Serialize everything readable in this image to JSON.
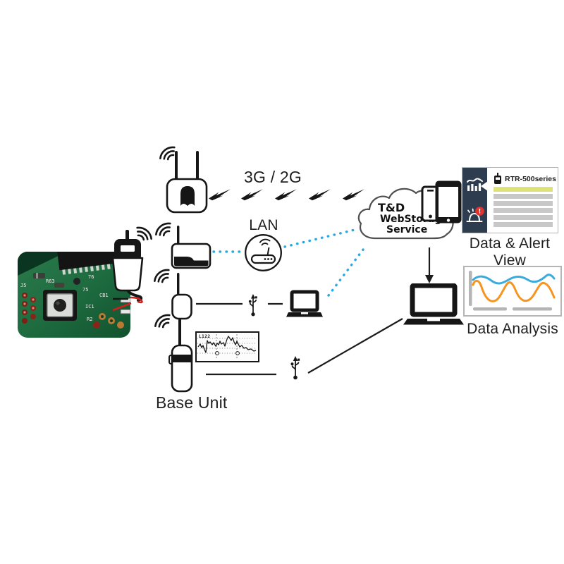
{
  "connections": {
    "cellular": "3G / 2G",
    "lan": "LAN"
  },
  "cloud": {
    "line1": "T&D",
    "line2": "WebStorage",
    "line3": "Service"
  },
  "alert_panel": {
    "device_title": "RTR-500series",
    "badge": "!",
    "caption": "Data & Alert View",
    "row_count": 6
  },
  "analysis_panel": {
    "caption": "Data Analysis"
  },
  "base_unit_caption": "Base Unit",
  "lcd_reading": "L122",
  "pcb_labels": [
    "J5",
    "R63",
    "75",
    "76",
    "CB1",
    "IC1",
    "R2"
  ],
  "colors": {
    "accent_blue": "#2aa9e0",
    "chart_blue": "#3aabdf",
    "chart_orange": "#f79420",
    "sidebar_navy": "#2d3c4e",
    "alert_red": "#e5322d",
    "highlight_row": "#dde27b",
    "row_gray": "#c8c8c8",
    "panel_border": "#b5b5b5",
    "line_black": "#1c1c1c"
  },
  "icons": {
    "wifi-waves-icon": "three radio arcs",
    "lightning-bolt-icon": "rf link bolt",
    "router-icon": "LAN router in circle",
    "usb-icon": "usb trident",
    "laptop-icon": "laptop computer",
    "smartphone-icon": "smartphone",
    "tablet-icon": "tablet",
    "chart-stats-icon": "bars with trend line",
    "alarm-siren-icon": "alert siren",
    "logger-device-icon": "wireless data logger"
  }
}
